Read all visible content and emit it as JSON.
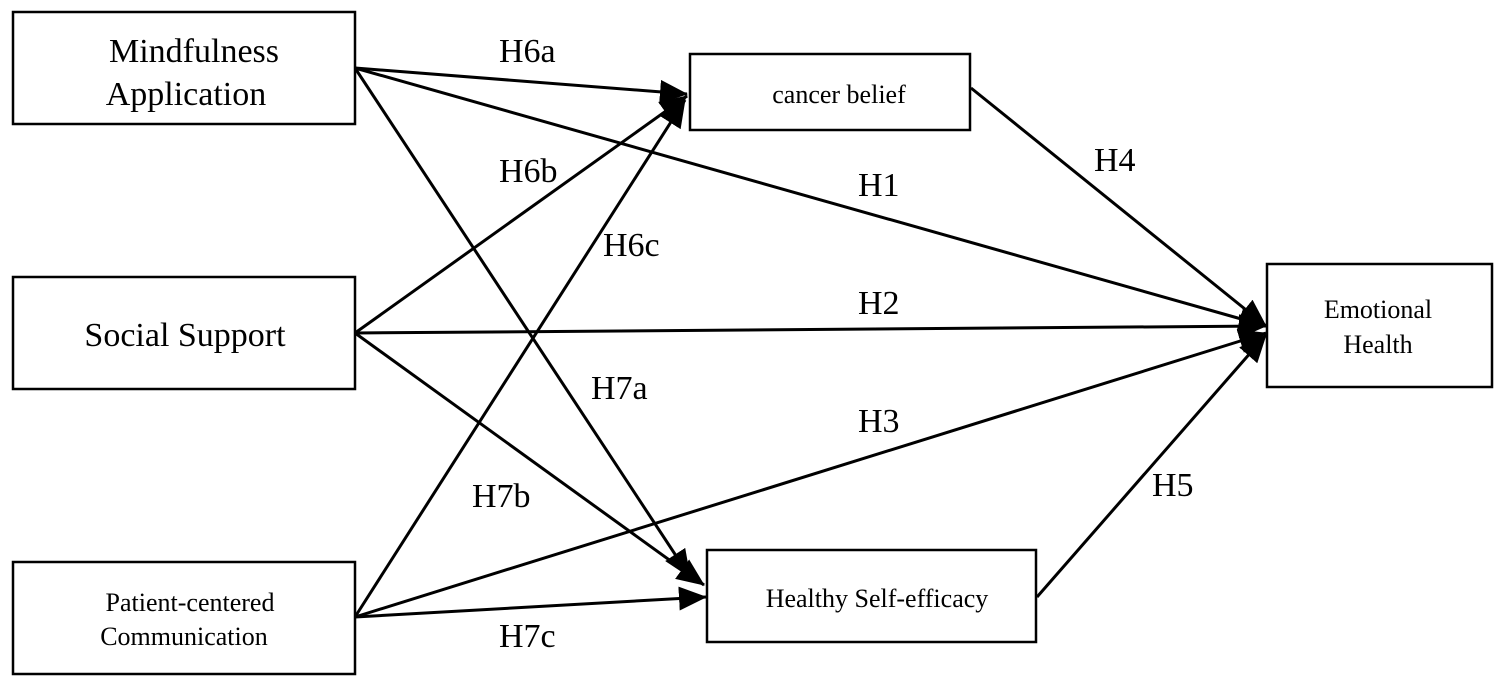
{
  "nodes": {
    "mindfulness": {
      "lines": [
        "Mindfulness",
        "Application"
      ]
    },
    "social": {
      "lines": [
        "Social Support"
      ]
    },
    "patient": {
      "lines": [
        "Patient-centered",
        "Communication"
      ]
    },
    "cancer": {
      "lines": [
        "cancer belief"
      ]
    },
    "selfefficacy": {
      "lines": [
        "Healthy Self-efficacy"
      ]
    },
    "emotional": {
      "lines": [
        "Emotional",
        "Health"
      ]
    }
  },
  "edges": [
    {
      "id": "H6a",
      "from": "mindfulness",
      "to": "cancer",
      "label": "H6a"
    },
    {
      "id": "H1",
      "from": "mindfulness",
      "to": "emotional",
      "label": "H1"
    },
    {
      "id": "H7a",
      "from": "mindfulness",
      "to": "selfefficacy",
      "label": "H7a"
    },
    {
      "id": "H6b",
      "from": "social",
      "to": "cancer",
      "label": "H6b"
    },
    {
      "id": "H2",
      "from": "social",
      "to": "emotional",
      "label": "H2"
    },
    {
      "id": "H7b",
      "from": "social",
      "to": "selfefficacy",
      "label": "H7b"
    },
    {
      "id": "H6c",
      "from": "patient",
      "to": "cancer",
      "label": "H6c"
    },
    {
      "id": "H3",
      "from": "patient",
      "to": "emotional",
      "label": "H3"
    },
    {
      "id": "H7c",
      "from": "patient",
      "to": "selfefficacy",
      "label": "H7c"
    },
    {
      "id": "H4",
      "from": "cancer",
      "to": "emotional",
      "label": "H4"
    },
    {
      "id": "H5",
      "from": "selfefficacy",
      "to": "emotional",
      "label": "H5"
    }
  ]
}
